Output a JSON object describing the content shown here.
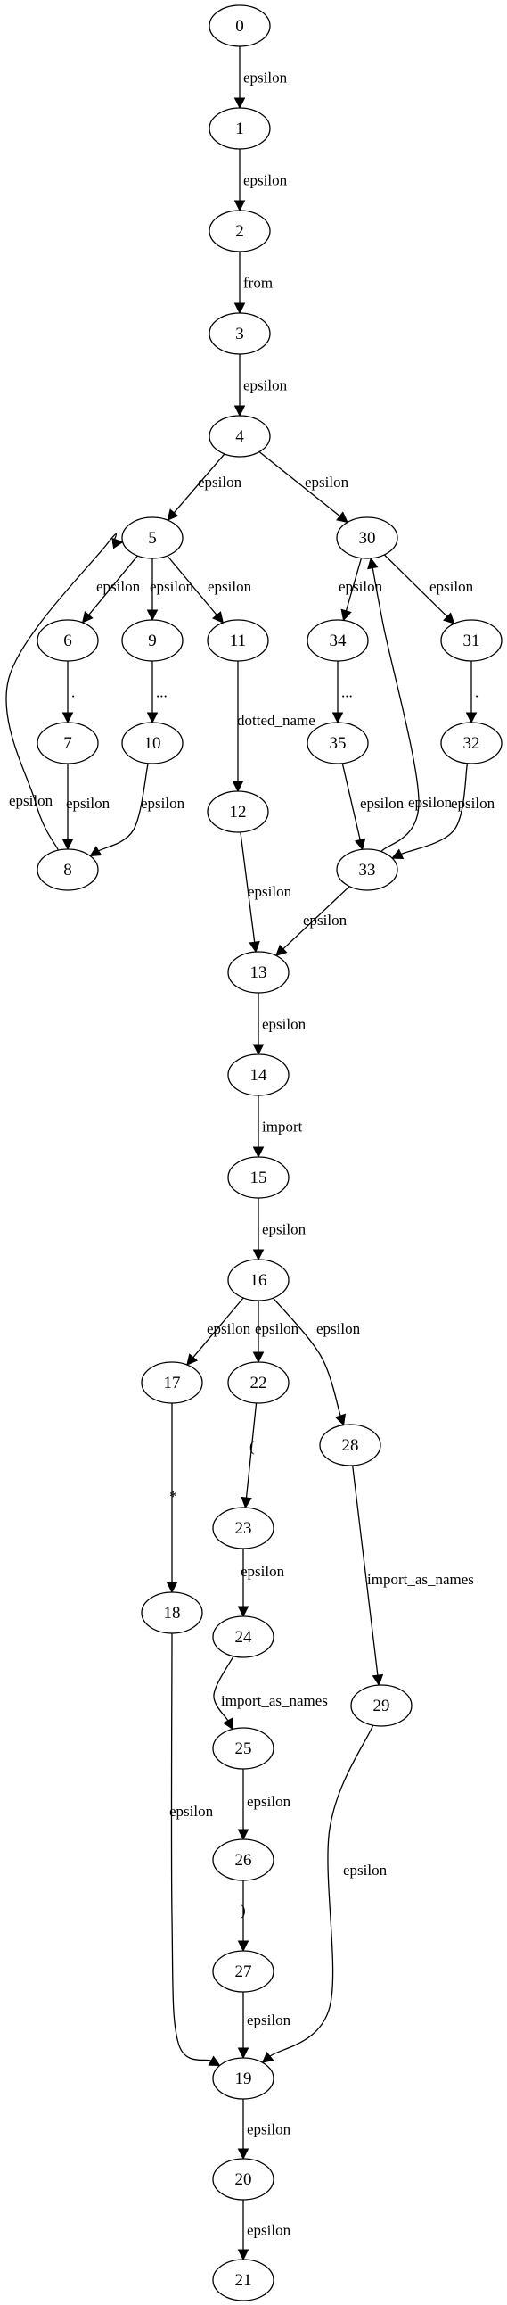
{
  "graph": {
    "nodes": [
      "0",
      "1",
      "2",
      "3",
      "4",
      "5",
      "6",
      "7",
      "8",
      "9",
      "10",
      "11",
      "12",
      "13",
      "14",
      "15",
      "16",
      "17",
      "18",
      "19",
      "20",
      "21",
      "22",
      "23",
      "24",
      "25",
      "26",
      "27",
      "28",
      "29",
      "30",
      "31",
      "32",
      "33",
      "34",
      "35"
    ],
    "edges": [
      {
        "from": "0",
        "to": "1",
        "label": "epsilon"
      },
      {
        "from": "1",
        "to": "2",
        "label": "epsilon"
      },
      {
        "from": "2",
        "to": "3",
        "label": "from"
      },
      {
        "from": "3",
        "to": "4",
        "label": "epsilon"
      },
      {
        "from": "4",
        "to": "5",
        "label": "epsilon"
      },
      {
        "from": "4",
        "to": "30",
        "label": "epsilon"
      },
      {
        "from": "5",
        "to": "6",
        "label": "epsilon"
      },
      {
        "from": "5",
        "to": "9",
        "label": "epsilon"
      },
      {
        "from": "5",
        "to": "11",
        "label": "epsilon"
      },
      {
        "from": "6",
        "to": "7",
        "label": "."
      },
      {
        "from": "9",
        "to": "10",
        "label": "..."
      },
      {
        "from": "11",
        "to": "12",
        "label": "dotted_name"
      },
      {
        "from": "7",
        "to": "8",
        "label": "epsilon"
      },
      {
        "from": "10",
        "to": "8",
        "label": "epsilon"
      },
      {
        "from": "8",
        "to": "5",
        "label": "epsilon"
      },
      {
        "from": "12",
        "to": "13",
        "label": "epsilon"
      },
      {
        "from": "30",
        "to": "34",
        "label": "epsilon"
      },
      {
        "from": "30",
        "to": "31",
        "label": "epsilon"
      },
      {
        "from": "34",
        "to": "35",
        "label": "..."
      },
      {
        "from": "31",
        "to": "32",
        "label": "."
      },
      {
        "from": "35",
        "to": "33",
        "label": "epsilon"
      },
      {
        "from": "32",
        "to": "33",
        "label": "epsilon"
      },
      {
        "from": "33",
        "to": "30",
        "label": "epsilon"
      },
      {
        "from": "33",
        "to": "13",
        "label": "epsilon"
      },
      {
        "from": "13",
        "to": "14",
        "label": "epsilon"
      },
      {
        "from": "14",
        "to": "15",
        "label": "import"
      },
      {
        "from": "15",
        "to": "16",
        "label": "epsilon"
      },
      {
        "from": "16",
        "to": "17",
        "label": "epsilon"
      },
      {
        "from": "16",
        "to": "22",
        "label": "epsilon"
      },
      {
        "from": "16",
        "to": "28",
        "label": "epsilon"
      },
      {
        "from": "17",
        "to": "18",
        "label": "*"
      },
      {
        "from": "22",
        "to": "23",
        "label": "("
      },
      {
        "from": "23",
        "to": "24",
        "label": "epsilon"
      },
      {
        "from": "24",
        "to": "25",
        "label": "import_as_names"
      },
      {
        "from": "25",
        "to": "26",
        "label": "epsilon"
      },
      {
        "from": "26",
        "to": "27",
        "label": ")"
      },
      {
        "from": "28",
        "to": "29",
        "label": "import_as_names"
      },
      {
        "from": "18",
        "to": "19",
        "label": "epsilon"
      },
      {
        "from": "27",
        "to": "19",
        "label": "epsilon"
      },
      {
        "from": "29",
        "to": "19",
        "label": "epsilon"
      },
      {
        "from": "19",
        "to": "20",
        "label": "epsilon"
      },
      {
        "from": "20",
        "to": "21",
        "label": "epsilon"
      }
    ]
  }
}
